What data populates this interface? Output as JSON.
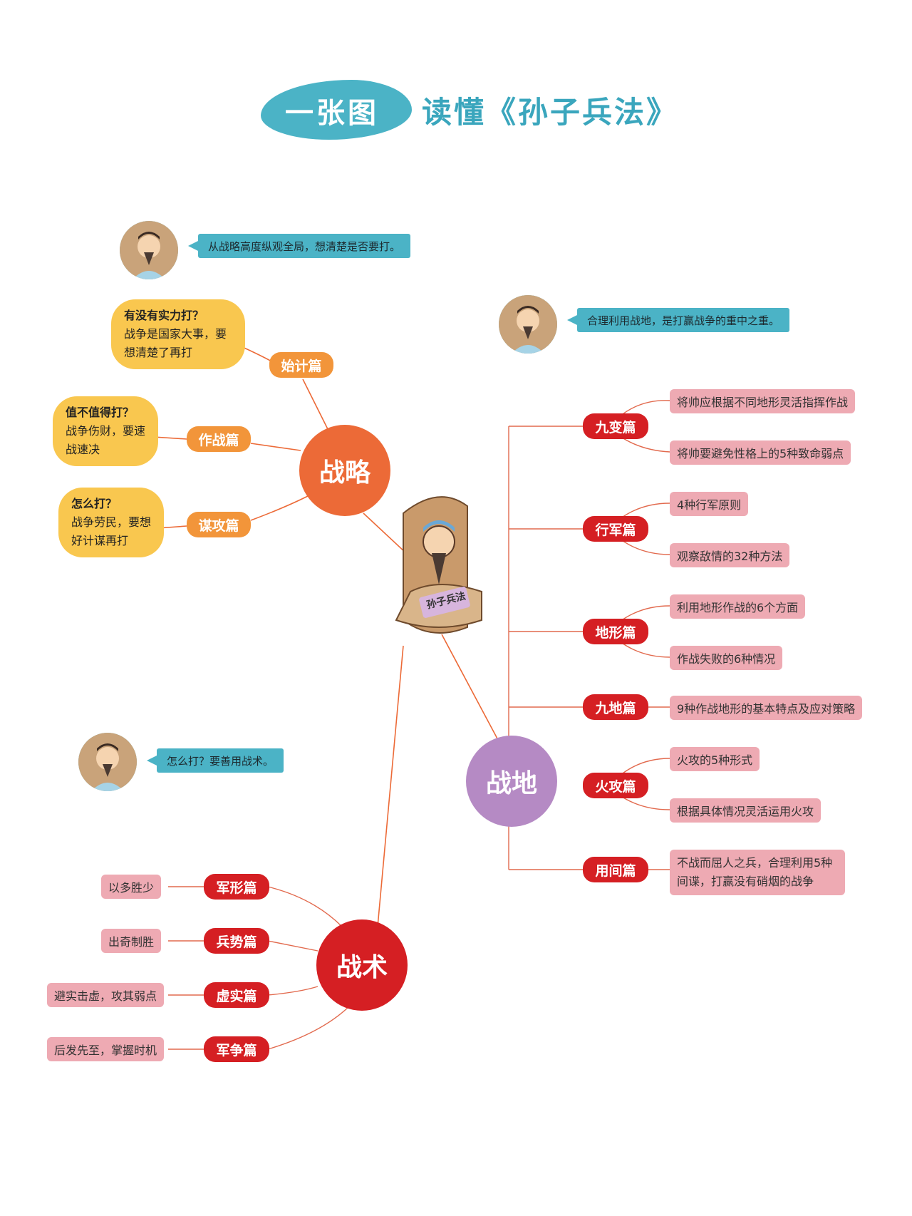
{
  "title": {
    "left": "一张图",
    "right": "读懂《孙子兵法》"
  },
  "center": {
    "scroll_text": "孙子兵法"
  },
  "branches": {
    "strategy": {
      "label": "战略",
      "note": "从战略高度纵观全局，想清楚是否要打。",
      "chapters": [
        {
          "name": "始计篇",
          "q": "有没有实力打？",
          "a": "战争是国家大事，要想清楚了再打"
        },
        {
          "name": "作战篇",
          "q": "值不值得打？",
          "a": "战争伤财，要速战速决"
        },
        {
          "name": "谋攻篇",
          "q": "怎么打？",
          "a": "战争劳民，要想好计谋再打"
        }
      ]
    },
    "ground": {
      "label": "战地",
      "note": "合理利用战地，是打赢战争的重中之重。",
      "chapters": [
        {
          "name": "九变篇",
          "leaves": [
            "将帅应根据不同地形灵活指挥作战",
            "将帅要避免性格上的5种致命弱点"
          ]
        },
        {
          "name": "行军篇",
          "leaves": [
            "4种行军原则",
            "观察敌情的32种方法"
          ]
        },
        {
          "name": "地形篇",
          "leaves": [
            "利用地形作战的6个方面",
            "作战失败的6种情况"
          ]
        },
        {
          "name": "九地篇",
          "leaves": [
            "9种作战地形的基本特点及应对策略"
          ]
        },
        {
          "name": "火攻篇",
          "leaves": [
            "火攻的5种形式",
            "根据具体情况灵活运用火攻"
          ]
        },
        {
          "name": "用间篇",
          "leaves": [
            "不战而屈人之兵，合理利用5种间谍，打赢没有硝烟的战争"
          ]
        }
      ]
    },
    "tactic": {
      "label": "战术",
      "note": "怎么打？要善用战术。",
      "chapters": [
        {
          "name": "军形篇",
          "leaf": "以多胜少"
        },
        {
          "name": "兵势篇",
          "leaf": "出奇制胜"
        },
        {
          "name": "虚实篇",
          "leaf": "避实击虚，攻其弱点"
        },
        {
          "name": "军争篇",
          "leaf": "后发先至，掌握时机"
        }
      ]
    }
  },
  "colors": {
    "strategy": "#ec6a37",
    "ground": "#b58ac4",
    "tactic": "#d51f23",
    "teal": "#4bb3c6",
    "yellow": "#f9c74f",
    "pink": "#eeaab3",
    "orange": "#f2953a"
  },
  "icons": {
    "avatar": "sunzi-avatar-icon",
    "center": "sunzi-scroll-icon"
  }
}
